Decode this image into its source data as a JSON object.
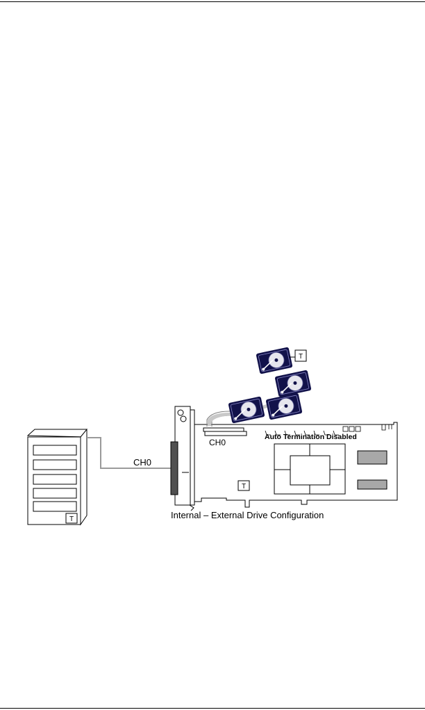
{
  "diagram": {
    "labels": {
      "external_channel": "CH0",
      "internal_channel": "CH0",
      "auto_termination": "Auto Termination Disabled",
      "caption": "Internal – External Drive Configuration"
    },
    "terminator_text": "T",
    "colors": {
      "line": "#000000",
      "external_cable": "#9a9a9a",
      "ribbon_cable": "#c8c8c8",
      "drive_body": "#12124a",
      "drive_platter": "#e6e6ee"
    }
  }
}
